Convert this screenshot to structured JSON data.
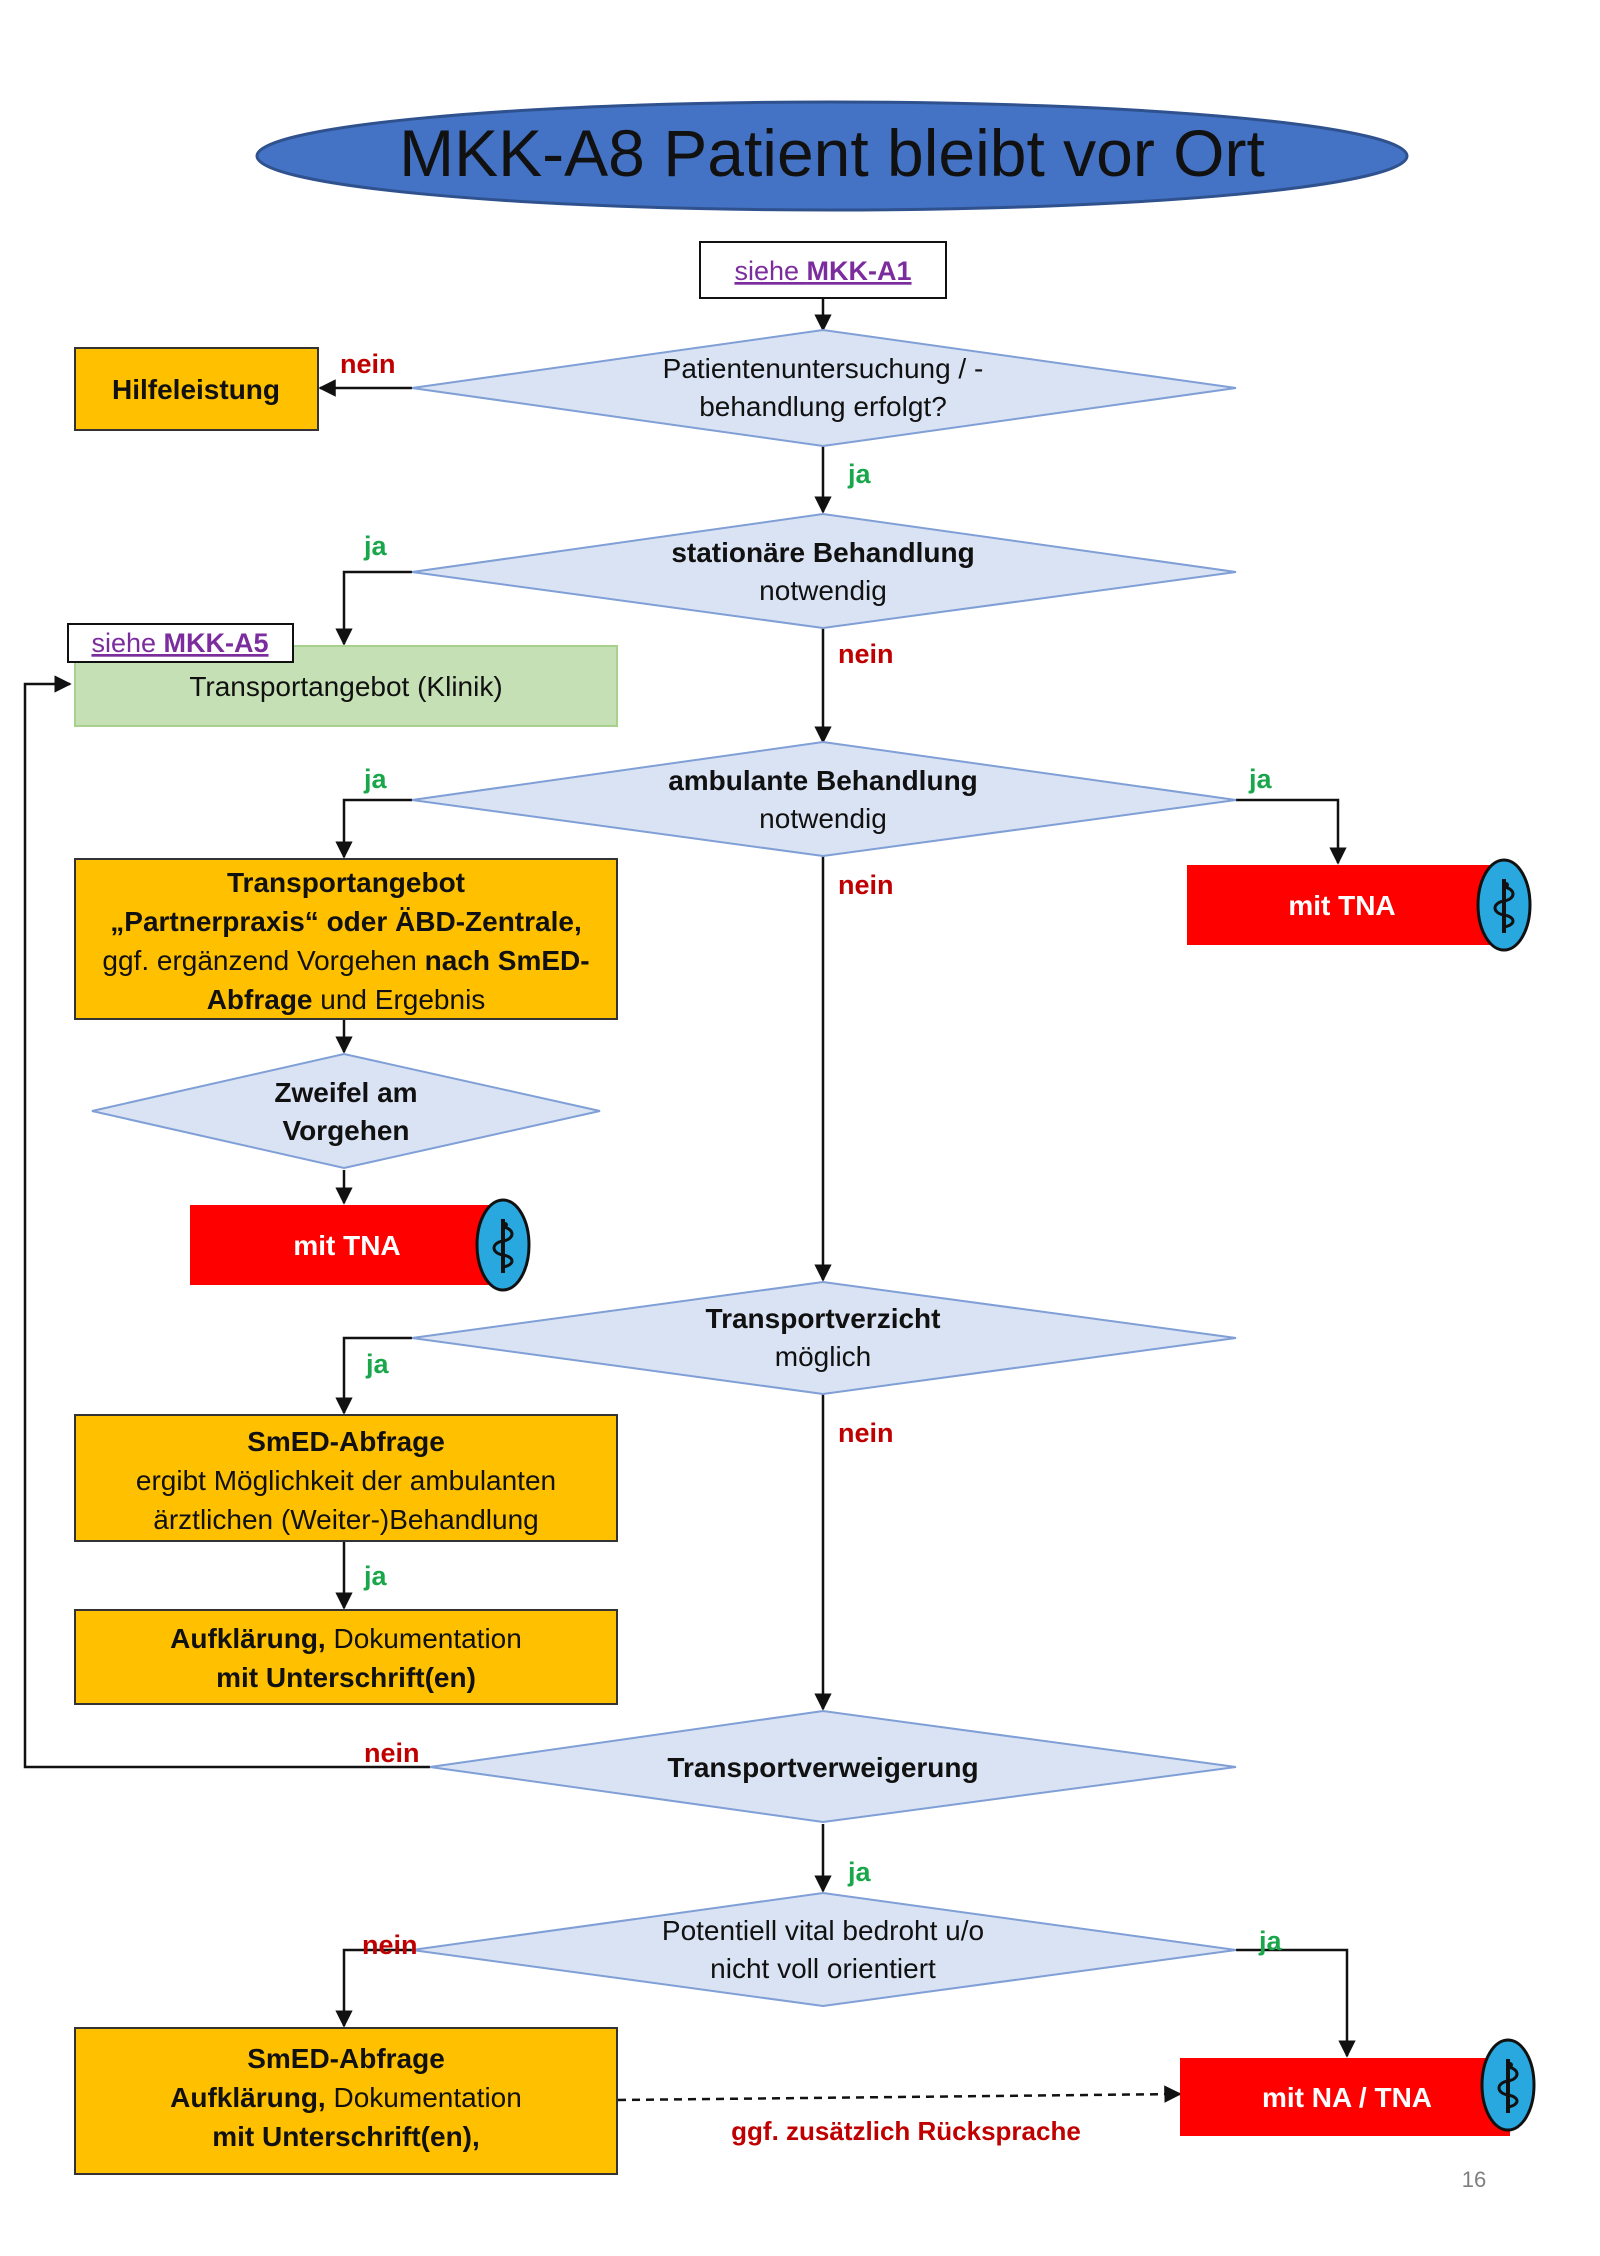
{
  "title": "MKK-A8 Patient bleibt vor Ort",
  "page_number": "16",
  "ref_a1": {
    "prefix": "siehe ",
    "code": "MKK-A1"
  },
  "ref_a5": {
    "prefix": "siehe ",
    "code": "MKK-A5"
  },
  "q1": {
    "line1": "Patientenuntersuchung / -",
    "line2": "behandlung erfolgt?"
  },
  "hilfeleistung": "Hilfeleistung",
  "q2": {
    "line1": "stationäre Behandlung",
    "line2": "notwendig"
  },
  "transport_klinik": "Transportangebot (Klinik)",
  "q3": {
    "line1": "ambulante Behandlung",
    "line2": "notwendig"
  },
  "box_partner": {
    "line1": "Transportangebot",
    "line2": "„Partnerpraxis“ oder ÄBD-Zentrale,",
    "line3a": "ggf. ergänzend  Vorgehen ",
    "line3b": "nach SmED-",
    "line4a": "Abfrage",
    "line4b": " und Ergebnis"
  },
  "q_zweifel": {
    "line1": "Zweifel am",
    "line2": "Vorgehen"
  },
  "mit_tna_left": "mit TNA",
  "mit_tna_right": "mit TNA",
  "q4": {
    "line1": "Transportverzicht",
    "line2": "möglich"
  },
  "box_smed1": {
    "line1": "SmED-Abfrage",
    "line2": "ergibt Möglichkeit der ambulanten",
    "line3": "ärztlichen (Weiter-)Behandlung"
  },
  "box_aufkl1": {
    "line1a": "Aufklärung,",
    "line1b": " Dokumentation",
    "line2": "mit Unterschrift(en)"
  },
  "q5": {
    "line1": "Transportverweigerung"
  },
  "q6": {
    "line1": "Potentiell vital bedroht u/o",
    "line2": "nicht voll orientiert"
  },
  "box_smed2": {
    "line1": "SmED-Abfrage",
    "line2a": "Aufklärung,",
    "line2b": " Dokumentation",
    "line3": "mit Unterschrift(en),"
  },
  "mit_na_tna": "mit NA / TNA",
  "dashed_note": "ggf. zusätzlich Rücksprache",
  "labels": {
    "ja": "ja",
    "nein": "nein"
  },
  "colors": {
    "title_ellipse": "#4472c4",
    "diamond_fill": "#dae3f3",
    "orange_box": "#ffc000",
    "red_box": "#ff0000",
    "green_box": "#c5e0b4",
    "ja_text": "#1aa64a",
    "nein_text": "#c00000",
    "link_text": "#7b2d9e",
    "badge_fill": "#29a8e0"
  },
  "icons": {
    "badge": "aesculapian-staff-icon"
  }
}
